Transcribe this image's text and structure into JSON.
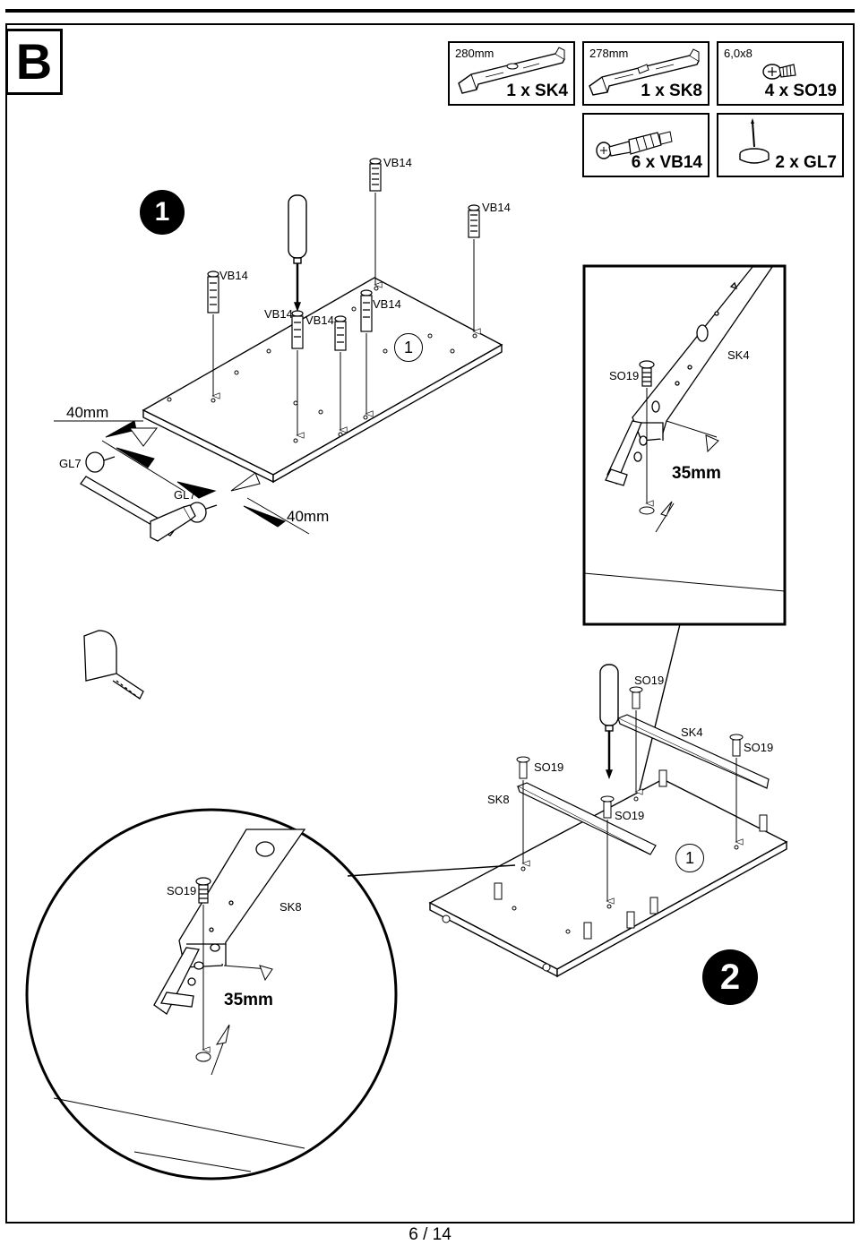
{
  "section": {
    "letter": "B"
  },
  "parts": [
    {
      "dimension": "280mm",
      "quantity": "1 x SK4",
      "icon": "drawer-rail-icon"
    },
    {
      "dimension": "278mm",
      "quantity": "1 x SK8",
      "icon": "drawer-rail-icon"
    },
    {
      "dimension": "6,0x8",
      "quantity": "4 x SO19",
      "icon": "screw-icon"
    },
    {
      "dimension": "",
      "quantity": "6 x VB14",
      "icon": "cam-bolt-icon"
    },
    {
      "dimension": "",
      "quantity": "2 x GL7",
      "icon": "glide-nail-icon"
    }
  ],
  "steps": [
    {
      "number": "1"
    },
    {
      "number": "2"
    }
  ],
  "step1": {
    "panel_number": "1",
    "bolt_labels": [
      "VB14",
      "VB14",
      "VB14",
      "VB14",
      "VB14",
      "VB14"
    ],
    "glide_labels": [
      "GL7",
      "GL7"
    ],
    "distances": [
      "40mm",
      "40mm"
    ],
    "detail": {
      "screw_label": "SO19",
      "rail_label": "SK4",
      "distance": "35mm"
    }
  },
  "step2": {
    "panel_number": "1",
    "screw_labels": [
      "SO19",
      "SO19",
      "SO19",
      "SO19"
    ],
    "rail_labels": [
      "SK4",
      "SK8"
    ],
    "detail": {
      "screw_label": "SO19",
      "rail_label": "SK8",
      "distance": "35mm"
    }
  },
  "footer": {
    "page": "6 / 14"
  }
}
